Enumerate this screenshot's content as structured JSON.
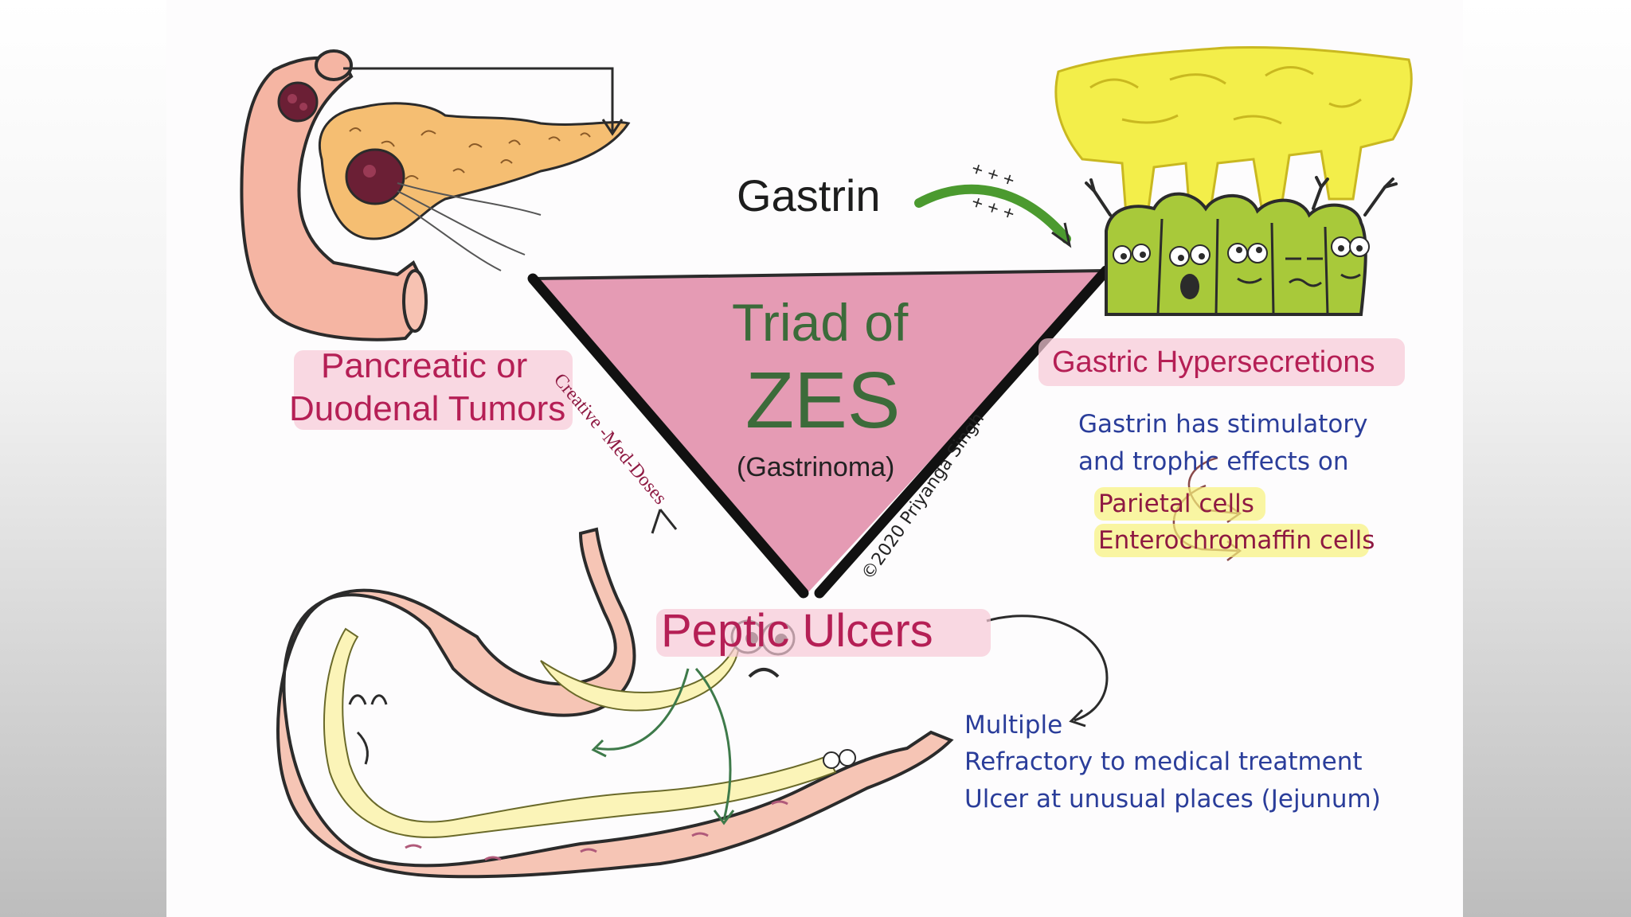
{
  "labels": {
    "gastrin": "Gastrin",
    "triad_line1": "Triad of",
    "triad_line2": "ZES",
    "gastrinoma": "(Gastrinoma)",
    "tumors_line1": "Pancreatic or",
    "tumors_line2": "Duodenal Tumors",
    "hypersecretions": "Gastric Hypersecretions",
    "peptic_ulcers": "Peptic Ulcers",
    "plus_row1": "+ + +",
    "plus_row2": "+ + +"
  },
  "notes": {
    "effects_line1": "Gastrin has stimulatory",
    "effects_line2": "and trophic effects on",
    "parietal": "Parietal cells",
    "enterochromaffin": "Enterochromaffin cells"
  },
  "ulcer_features": [
    "Multiple",
    "Refractory to medical treatment",
    "Ulcer at unusual places (Jejunum)"
  ],
  "watermarks": {
    "left": "Creative -Med-Doses",
    "right": "©2020 Priyanga Singh"
  },
  "colors": {
    "triangle_fill": "#e59bb4",
    "label_pink": "#b51f55",
    "label_green": "#3c6b3a",
    "note_blue": "#2a3d9a",
    "highlight_pink": "#f6c9d6",
    "highlight_yellow": "#f6f27a",
    "cells_green": "#a8c93a",
    "secretion_yellow": "#f3ee4a"
  }
}
